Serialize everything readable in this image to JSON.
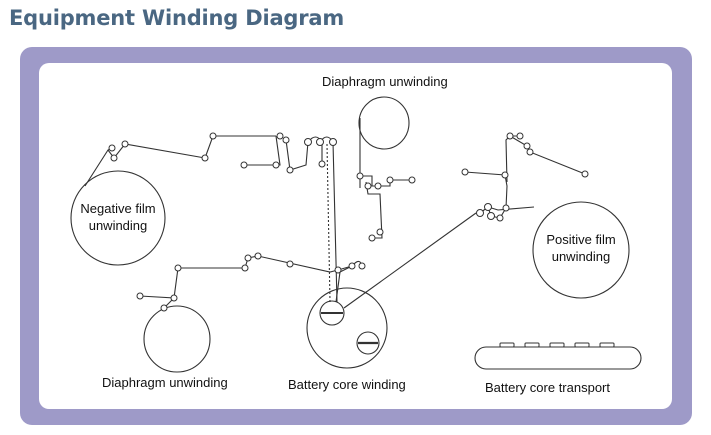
{
  "header": {
    "title": "Equipment Winding Diagram"
  },
  "labels": {
    "diaphragm_top": "Diaphragm unwinding",
    "negative_line1": "Negative film",
    "negative_line2": "unwinding",
    "positive_line1": "Positive film",
    "positive_line2": "unwinding",
    "diaphragm_bottom": "Diaphragm unwinding",
    "core_winding": "Battery core winding",
    "core_transport": "Battery core transport"
  },
  "colors": {
    "title": "#4a6782",
    "frame": "#9e9ac8",
    "panel": "#ffffff",
    "line": "#333333"
  }
}
